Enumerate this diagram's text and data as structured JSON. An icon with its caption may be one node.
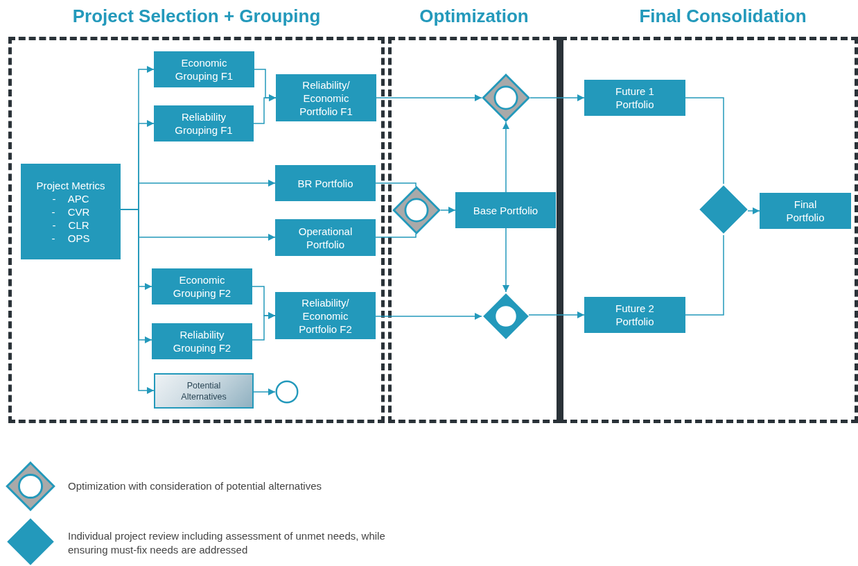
{
  "diagram": {
    "nodes": [
      {
        "text": [
          "Project Selection + Grouping"
        ]
      },
      {
        "text": [
          "Optimization"
        ]
      },
      {
        "text": [
          "Final Consolidation"
        ]
      },
      {
        "text": [
          "Project Metrics",
          "- APC",
          "- CVR",
          "- CLR",
          "- OPS"
        ],
        "in": 0
      },
      {
        "text": [
          "Economic Grouping F1"
        ],
        "in": 0
      },
      {
        "text": [
          "Reliability Grouping F1"
        ],
        "in": 0
      },
      {
        "text": [
          "Reliability/ Economic Portfolio F1"
        ],
        "in": 0
      },
      {
        "text": [
          "BR Portfolio"
        ],
        "in": 0
      },
      {
        "text": [
          "Operational Portfolio"
        ],
        "in": 0
      },
      {
        "text": [
          "Economic Grouping F2"
        ],
        "in": 0
      },
      {
        "text": [
          "Reliability Grouping F2"
        ],
        "in": 0
      },
      {
        "text": [
          "Reliability/ Economic Portfolio F2"
        ],
        "in": 0
      },
      {
        "text": [
          "Potential Alternatives"
        ],
        "in": 0
      },
      {
        "text": [],
        "shape": "circle",
        "in": 0
      },
      {
        "text": [],
        "shape": "diamond",
        "in": 1
      },
      {
        "text": [
          "Base Portfolio"
        ],
        "in": 1
      },
      {
        "text": [],
        "shape": "diamond",
        "in": 1
      },
      {
        "text": [],
        "shape": "diamond",
        "in": 1
      },
      {
        "text": [
          "Future 1 Portfolio"
        ],
        "in": 2
      },
      {
        "text": [
          "Future 2 Portfolio"
        ],
        "in": 2
      },
      {
        "text": [],
        "shape": "diamond",
        "in": 2
      },
      {
        "text": [
          "Final Portfolio"
        ],
        "in": 2
      }
    ],
    "edges": [
      {
        "from": 3,
        "to": 4,
        "arrow": "to"
      },
      {
        "from": 3,
        "to": 5,
        "arrow": "to"
      },
      {
        "from": 3,
        "to": 7,
        "arrow": "to"
      },
      {
        "from": 3,
        "to": 8,
        "arrow": "to"
      },
      {
        "from": 3,
        "to": 9,
        "arrow": "to"
      },
      {
        "from": 3,
        "to": 10,
        "arrow": "to"
      },
      {
        "from": 3,
        "to": 12,
        "arrow": "to"
      },
      {
        "from": 4,
        "to": 6,
        "arrow": "to"
      },
      {
        "from": 5,
        "to": 6,
        "arrow": "to"
      },
      {
        "from": 9,
        "to": 11,
        "arrow": "to"
      },
      {
        "from": 10,
        "to": 11,
        "arrow": "to"
      },
      {
        "from": 12,
        "to": 13,
        "arrow": "to"
      },
      {
        "from": 7,
        "to": 14,
        "arrow": "none"
      },
      {
        "from": 8,
        "to": 14,
        "arrow": "none"
      },
      {
        "from": 14,
        "to": 15,
        "arrow": "to"
      },
      {
        "from": 15,
        "to": 16,
        "arrow": "to"
      },
      {
        "from": 15,
        "to": 17,
        "arrow": "to"
      },
      {
        "from": 6,
        "to": 16,
        "arrow": "to"
      },
      {
        "from": 11,
        "to": 17,
        "arrow": "to"
      },
      {
        "from": 16,
        "to": 18,
        "arrow": "to"
      },
      {
        "from": 17,
        "to": 19,
        "arrow": "to"
      },
      {
        "from": 18,
        "to": 20,
        "arrow": "none"
      },
      {
        "from": 19,
        "to": 20,
        "arrow": "none"
      },
      {
        "from": 20,
        "to": 21,
        "arrow": "to"
      }
    ],
    "legend": [
      {
        "text": "Optimization with consideration of potential alternatives"
      },
      {
        "text": "Individual project review including assessment of unmet needs, while ensuring must-fix needs are addressed"
      }
    ]
  }
}
